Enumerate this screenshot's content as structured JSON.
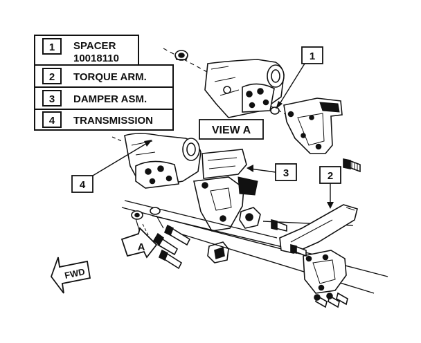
{
  "legend": {
    "items": [
      {
        "num": "1",
        "label": "SPACER",
        "sub": "10018110"
      },
      {
        "num": "2",
        "label": "TORQUE ARM."
      },
      {
        "num": "3",
        "label": "DAMPER ASM."
      },
      {
        "num": "4",
        "label": "TRANSMISSION"
      }
    ]
  },
  "callouts": {
    "c1": "1",
    "c2": "2",
    "c3": "3",
    "c4": "4",
    "view_label": "VIEW A",
    "view_arrow": "A",
    "fwd": "FWD"
  },
  "colors": {
    "ink": "#111111",
    "paper": "#ffffff"
  }
}
